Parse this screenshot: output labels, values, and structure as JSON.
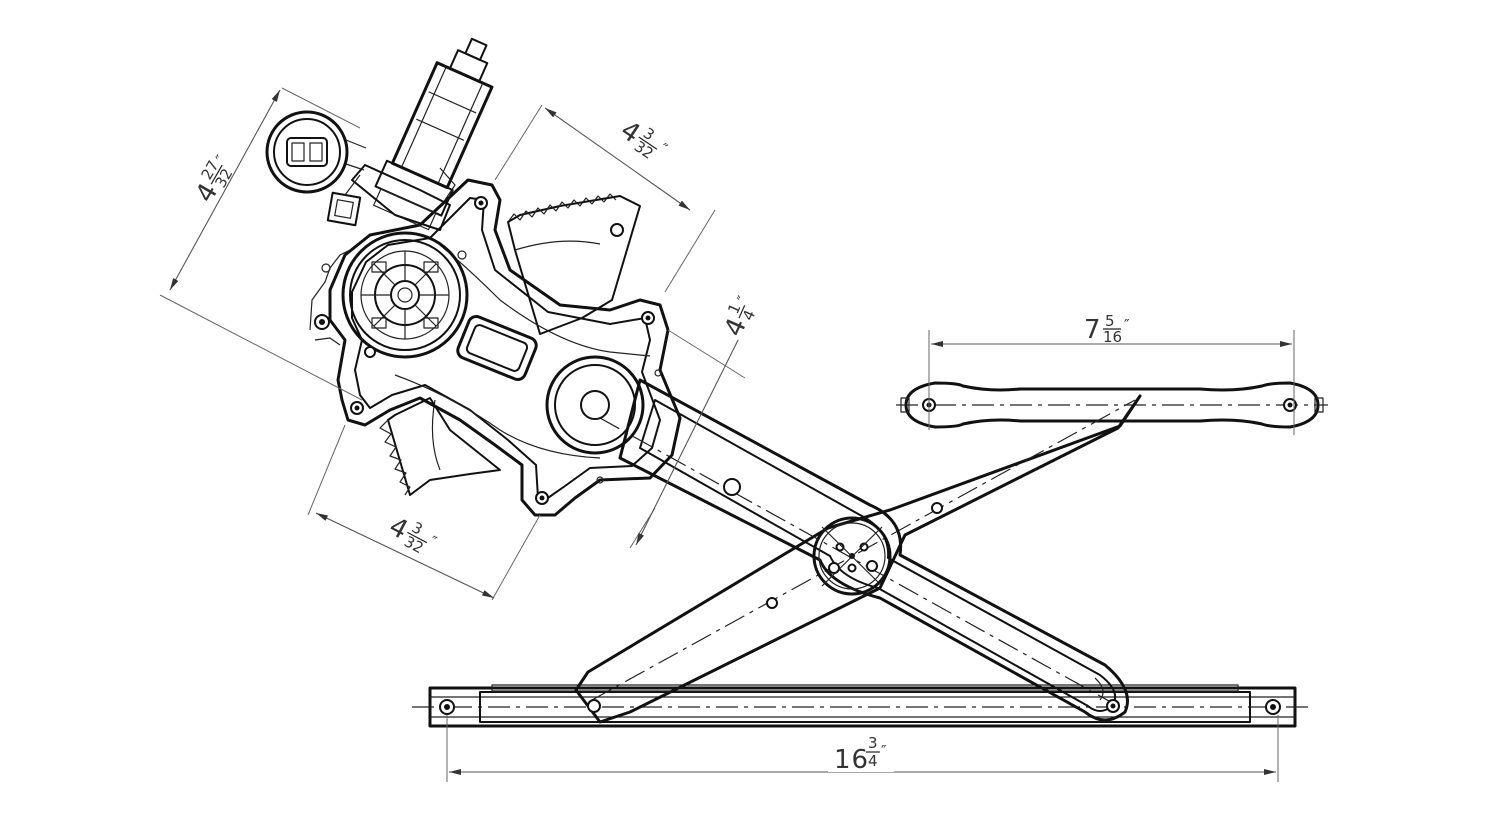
{
  "dimensions": {
    "bottom_length": {
      "whole": "16",
      "num": "3",
      "den": "4",
      "mark": "″"
    },
    "top_rail": {
      "whole": "7",
      "num": "5",
      "den": "16",
      "mark": "″"
    },
    "motor_height": {
      "whole": "4",
      "num": "27",
      "den": "32",
      "mark": "″"
    },
    "sector_width": {
      "whole": "4",
      "num": "3",
      "den": "32",
      "mark": "″"
    },
    "lower_width": {
      "whole": "4",
      "num": "3",
      "den": "32",
      "mark": "″"
    },
    "bracket_depth": {
      "whole": "4",
      "num": "1",
      "den": "4",
      "mark": "″"
    }
  },
  "colors": {
    "line": "#111111",
    "dimension": "#555555",
    "background": "#ffffff"
  }
}
